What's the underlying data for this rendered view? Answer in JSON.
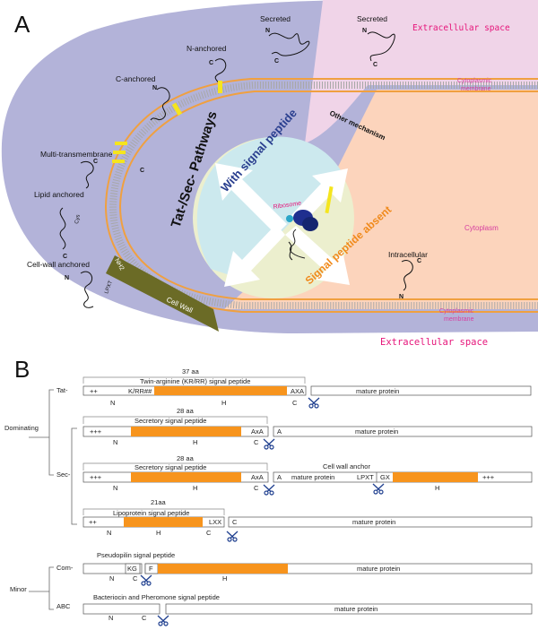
{
  "panel_a": {
    "label": "A",
    "extracellular_top": "Extracellular space",
    "extracellular_bottom": "Extracellular space",
    "cytoplasmic_membrane_top": [
      "Cytoplasmic",
      "membrane"
    ],
    "cytoplasmic_membrane_bottom": [
      "Cytoplasmic",
      "membrane"
    ],
    "cytoplasm": "Cytoplasm",
    "secreted_left": "Secreted",
    "secreted_right": "Secreted",
    "n_anchored": "N-anchored",
    "c_anchored": "C-anchored",
    "multi_transmembrane": "Multi-transmembrane",
    "lipid_anchored": "Lipid anchored",
    "cell_wall_anchored": "Cell-wall anchored",
    "cell_wall": "Cell Wall",
    "pathway_label": "Tat-/Sec- Pathways",
    "other_mechanism": "Other mechanism",
    "with_signal_peptide": "With signal peptide",
    "signal_peptide_absent": "Signal peptide absent",
    "ribosome": "Ribosome",
    "intracellular": "Intracellular",
    "letters": {
      "n": "N",
      "c": "C",
      "cys": "Cys",
      "lpxt": "LPXT",
      "nh2": "NH2"
    },
    "colors": {
      "outer_lavender": "#b3b3d9",
      "pink_region": "#f0d4e8",
      "peach_region": "#fcd4bc",
      "inner_cyan": "#cce9ee",
      "inner_yellow": "#ecefce",
      "membrane_orange": "#f0a040",
      "cell_wall_olive": "#6b6b26",
      "magenta_text": "#e6157a",
      "dark_blue_text": "#2a3f8f",
      "orange_text": "#f08a1c"
    }
  },
  "panel_b": {
    "label": "B",
    "group_dominating": "Dominating",
    "group_minor": "Minor",
    "rows": {
      "tat": {
        "pathway": "Tat-",
        "length": "37 aa",
        "name": "Twin-arginine (KR/RR) signal peptide",
        "n_motif": "++",
        "h_motif": "K/RR##",
        "c_motif": "AXA",
        "n": "N",
        "h": "H",
        "c": "C",
        "mature": "mature protein"
      },
      "sec1": {
        "length": "28 aa",
        "name": "Secretory signal peptide",
        "n_motif": "+++",
        "c_motif": "AxA",
        "mature_first": "A",
        "n": "N",
        "h": "H",
        "c": "C",
        "mature": "mature protein"
      },
      "sec2": {
        "pathway": "Sec-",
        "length": "28 aa",
        "name": "Secretory signal peptide",
        "n_motif": "+++",
        "c_motif": "AxA",
        "mature_first": "A",
        "n": "N",
        "h": "H",
        "c": "C",
        "mature": "mature protein",
        "anchor_title": "Cell wall anchor",
        "lpxt": "LPXT",
        "gx": "GX",
        "anchor_plus": "+++",
        "anchor_h": "H"
      },
      "lipo": {
        "length": "21aa",
        "name": "Lipoprotein signal peptide",
        "n_motif": "++",
        "c_motif": "LXX",
        "mature_first": "C",
        "n": "N",
        "h": "H",
        "c": "C",
        "mature": "mature protein"
      },
      "com": {
        "pathway": "Com-",
        "name": "Pseudopilin signal peptide",
        "kg": "KG",
        "f": "F",
        "n": "N",
        "c": "C",
        "h": "H",
        "mature": "mature protein"
      },
      "abc": {
        "pathway": "ABC",
        "name": "Bacteriocin and Pheromone signal peptide",
        "n": "N",
        "c": "C",
        "mature": "mature protein"
      }
    },
    "colors": {
      "hydrophobic": "#f7941d",
      "box_border": "#555555",
      "scissors": "#1f3f8f"
    }
  }
}
